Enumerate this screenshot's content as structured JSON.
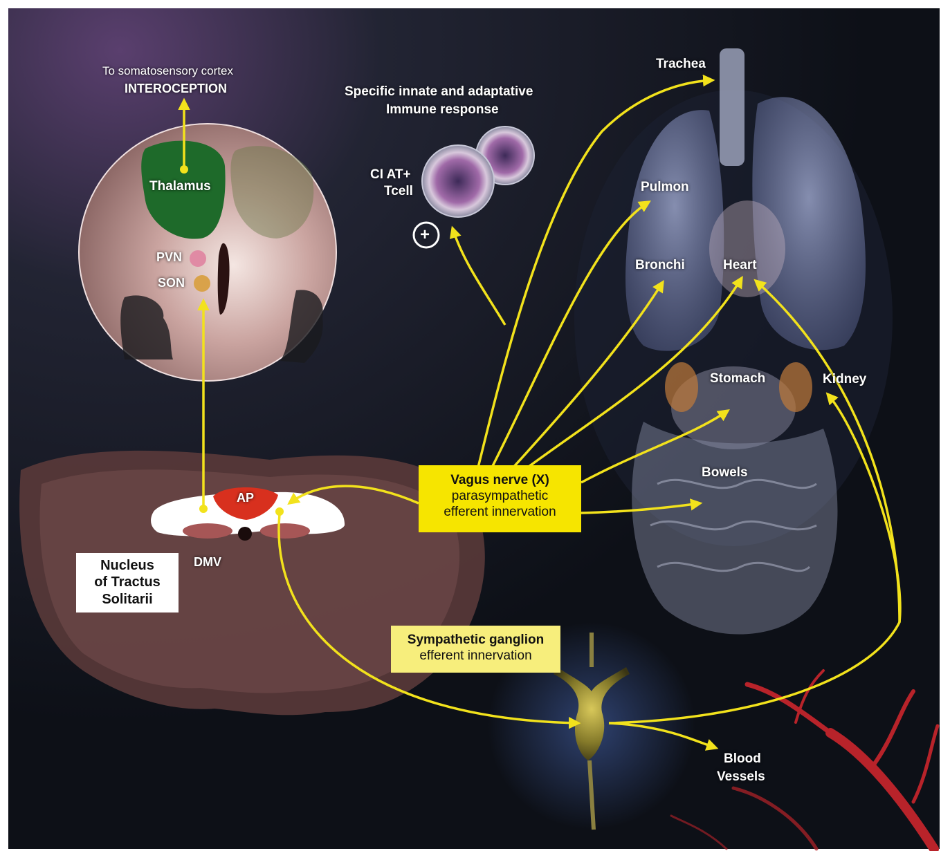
{
  "labels": {
    "cortex_line": "To somatosensory cortex",
    "interoception": "INTEROCEPTION",
    "thalamus": "Thalamus",
    "pvn": "PVN",
    "son": "SON",
    "immune_line1": "Specific innate and adaptative",
    "immune_line2": "Immune response",
    "tcell_line1": "CI AT+",
    "tcell_line2": "Tcell",
    "plus": "+",
    "ap": "AP",
    "dmv": "DMV",
    "nts_line1": "Nucleus",
    "nts_line2": "of Tractus",
    "nts_line3": "Solitarii",
    "vagus_title": "Vagus nerve (X)",
    "vagus_line2": "parasympathetic",
    "vagus_line3": "efferent innervation",
    "symp_title": "Sympathetic ganglion",
    "symp_line2": "efferent innervation",
    "trachea": "Trachea",
    "pulmon": "Pulmon",
    "bronchi": "Bronchi",
    "heart": "Heart",
    "stomach": "Stomach",
    "kidney": "Kidney",
    "bowels": "Bowels",
    "blood1": "Blood",
    "blood2": "Vessels"
  },
  "colors": {
    "background": "#12151d",
    "arrow": "#f2e21c",
    "vagus_box": "#f6e500",
    "symp_box": "#f7ee7c",
    "thalamus": "#1e6a2a",
    "ap": "#d8301e",
    "pvn": "#e08aa4",
    "son": "#d9a24a",
    "vessels": "#b8232a"
  }
}
